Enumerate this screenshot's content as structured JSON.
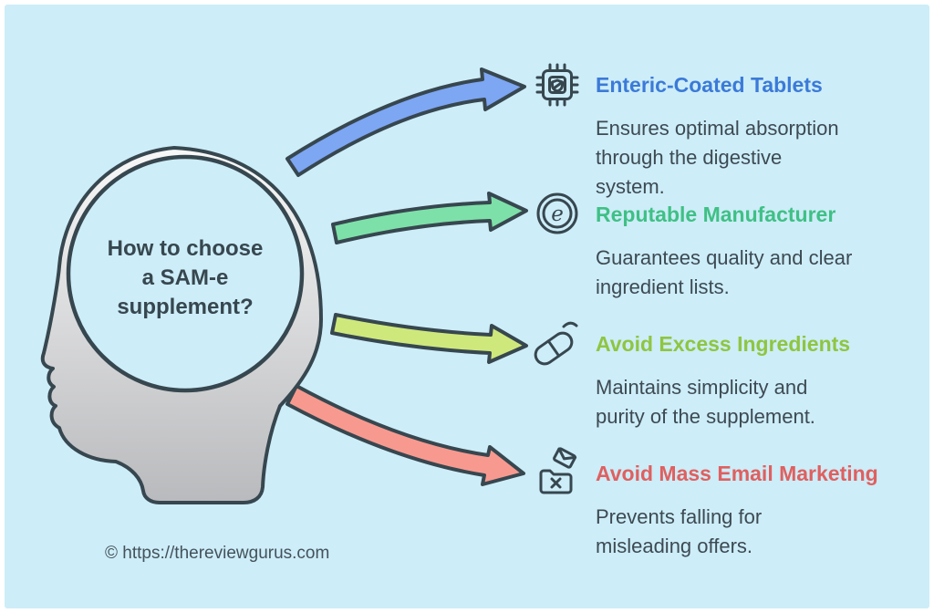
{
  "page": {
    "background": "#cdedf8",
    "outline_color": "#37474f",
    "watermark": "© https://thereviewgurus.com"
  },
  "head": {
    "question": "How to choose\na SAM-e\nsupplement?"
  },
  "items": [
    {
      "icon": "chip-shield-icon",
      "title": "Enteric-Coated Tablets",
      "description": "Ensures optimal absorption\nthrough the digestive\nsystem.",
      "title_color": "#3b7ad8",
      "arrow_color": "#7da6f3"
    },
    {
      "icon": "certified-e-mark-icon",
      "title": "Reputable Manufacturer",
      "description": "Guarantees quality and clear\ningredient lists.",
      "title_color": "#3fc085",
      "arrow_color": "#7ee0a9"
    },
    {
      "icon": "capsule-icon",
      "title": "Avoid Excess Ingredients",
      "description": "Maintains simplicity and\npurity of the supplement.",
      "title_color": "#8fc541",
      "arrow_color": "#cfe87c"
    },
    {
      "icon": "spam-mail-box-icon",
      "title": "Avoid Mass Email Marketing",
      "description": "Prevents falling for\nmisleading offers.",
      "title_color": "#df6060",
      "arrow_color": "#f8998f"
    }
  ]
}
